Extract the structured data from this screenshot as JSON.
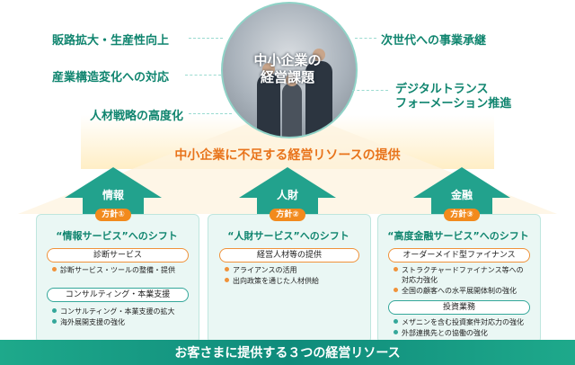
{
  "center": {
    "title_line1": "中小企業の",
    "title_line2": "経営課題"
  },
  "issues": {
    "left": [
      "販路拡大・生産性向上",
      "産業構造変化への対応",
      "人材戦略の高度化"
    ],
    "right_1": "次世代への事業承継",
    "right_2_line1": "デジタルトランス",
    "right_2_line2": "フォーメーション推進"
  },
  "heading": "中小企業に不足する経営リソースの提供",
  "footer": "お客さまに提供する３つの経営リソース",
  "pillars": [
    {
      "arrow_label": "情報",
      "badge": "方針①",
      "shift": "“情報サービス”へのシフト",
      "groups": [
        {
          "pill": "診断サービス",
          "items": [
            "診断サービス・ツールの整備・提供"
          ]
        },
        {
          "pill": "コンサルティング・本業支援",
          "items": [
            "コンサルティング・本業支援の拡大",
            "海外展開支援の強化"
          ]
        }
      ]
    },
    {
      "arrow_label": "人財",
      "badge": "方針②",
      "shift": "“人財サービス”へのシフト",
      "groups": [
        {
          "pill": "経営人材等の提供",
          "items": [
            "アライアンスの活用",
            "出向政策を通じた人材供給"
          ]
        }
      ]
    },
    {
      "arrow_label": "金融",
      "badge": "方針③",
      "shift": "“高度金融サービス”へのシフト",
      "groups": [
        {
          "pill": "オーダーメイド型ファイナンス",
          "items": [
            "ストラクチャードファイナンス等への",
            "対応力強化",
            "全国の顧客への水平展開体制の強化"
          ]
        },
        {
          "pill": "投資業務",
          "items": [
            "メザニンを含む投資案件対応力の強化",
            "外部連携先との協働の強化"
          ]
        }
      ]
    }
  ],
  "colors": {
    "teal": "#10856f",
    "orange": "#f28a1d"
  }
}
